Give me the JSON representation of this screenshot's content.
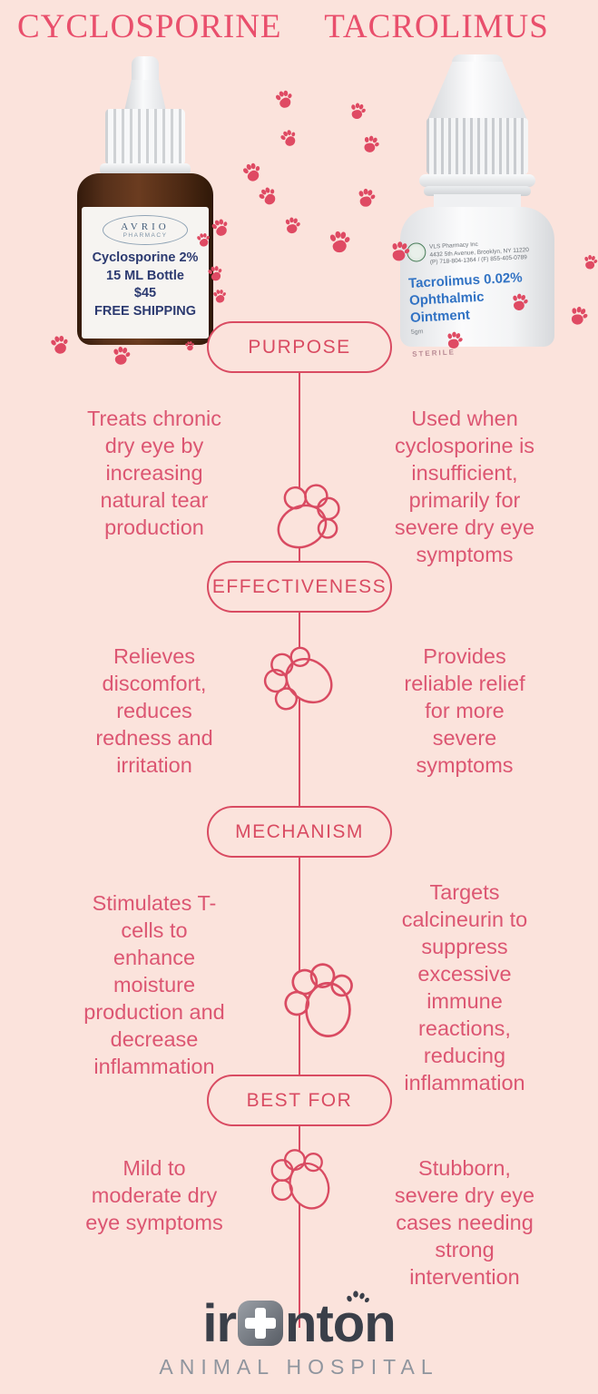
{
  "colors": {
    "background": "#fbe3dc",
    "accent_line": "#d94b62",
    "title_pink": "#e94f6c",
    "body_text_pink": "#dc5672",
    "paw_fill": "#df4a63",
    "label_navy": "#2c3a70",
    "label_blue": "#3273c4",
    "logo_dark": "#3a3f49",
    "logo_gray": "#8f959e"
  },
  "header": {
    "left_title": "CYCLOSPORINE",
    "right_title": "TACROLIMUS"
  },
  "bottles": {
    "left": {
      "brand_top": "AVRIO",
      "brand_bottom": "PHARMACY",
      "label_lines": [
        "Cyclosporine 2%",
        "15 ML Bottle",
        "$45",
        "FREE SHIPPING"
      ]
    },
    "right": {
      "pharmacy_lines": [
        "VLS Pharmacy Inc",
        "4432 5th Avenue, Brooklyn, NY 11220",
        "(P) 718-804-1364 / (F) 855-405-0789"
      ],
      "product_lines": [
        "Tacrolimus 0.02%",
        "Ophthalmic Ointment"
      ],
      "size_text": "5gm",
      "sterile_text": "STERILE"
    }
  },
  "sections": [
    {
      "label": "PURPOSE",
      "left_lines": [
        "Treats chronic",
        "dry eye by",
        "increasing",
        "natural tear",
        "production"
      ],
      "right_lines": [
        "Used when",
        "cyclosporine is",
        "insufficient,",
        "primarily for",
        "severe dry eye",
        "symptoms"
      ]
    },
    {
      "label": "EFFECTIVENESS",
      "left_lines": [
        "Relieves",
        "discomfort,",
        "reduces",
        "redness and",
        "irritation"
      ],
      "right_lines": [
        "Provides",
        "reliable relief",
        "for more",
        "severe",
        "symptoms"
      ]
    },
    {
      "label": "MECHANISM",
      "left_lines": [
        "Stimulates T-",
        "cells to",
        "enhance",
        "moisture",
        "production and",
        "decrease",
        "inflammation"
      ],
      "right_lines": [
        "Targets",
        "calcineurin to",
        "suppress",
        "excessive",
        "immune",
        "reactions,",
        "reducing",
        "inflammation"
      ]
    },
    {
      "label": "BEST FOR",
      "left_lines": [
        "Mild to",
        "moderate dry",
        "eye symptoms"
      ],
      "right_lines": [
        "Stubborn,",
        "severe dry eye",
        "cases needing",
        "strong",
        "intervention"
      ]
    }
  ],
  "footer": {
    "logo_prefix": "ir",
    "logo_mid": "nt",
    "logo_o": "o",
    "logo_suffix": "n",
    "subtitle": "ANIMAL HOSPITAL"
  },
  "icons": {
    "paw_filled": "paw-print-filled",
    "paw_outline": "paw-print-outline",
    "cross": "medical-cross",
    "pharmacy_logo": "vls-pharmacy-seal"
  }
}
